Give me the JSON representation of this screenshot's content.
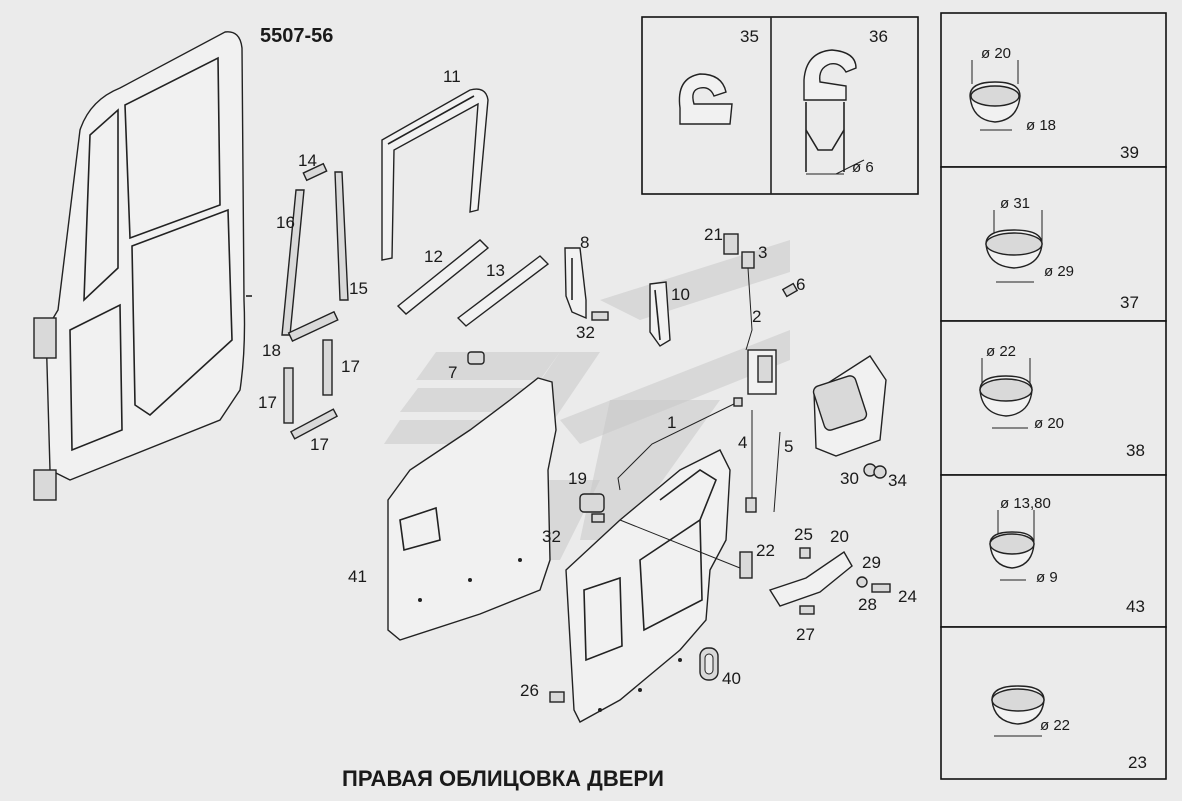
{
  "diagram_code": "5507-56",
  "title": "ПРАВАЯ ОБЛИЦОВКА ДВЕРИ",
  "callouts": {
    "c1": "1",
    "c2": "2",
    "c3": "3",
    "c4": "4",
    "c5": "5",
    "c6": "6",
    "c7": "7",
    "c8": "8",
    "c10": "10",
    "c11": "11",
    "c12": "12",
    "c13": "13",
    "c14": "14",
    "c15": "15",
    "c16": "16",
    "c17a": "17",
    "c17b": "17",
    "c17c": "17",
    "c18": "18",
    "c19": "19",
    "c20": "20",
    "c21": "21",
    "c22": "22",
    "c24": "24",
    "c25": "25",
    "c26": "26",
    "c27": "27",
    "c28": "28",
    "c29": "29",
    "c30": "30",
    "c32a": "32",
    "c32b": "32",
    "c34": "34",
    "c40": "40",
    "c41": "41"
  },
  "inset_top": {
    "left_label": "35",
    "right_label": "36",
    "dim": "ø 6"
  },
  "side_panels": [
    {
      "number": "39",
      "dim_top": "ø 20",
      "dim_bottom": "ø 18"
    },
    {
      "number": "37",
      "dim_top": "ø 31",
      "dim_bottom": "ø 29"
    },
    {
      "number": "38",
      "dim_top": "ø 22",
      "dim_bottom": "ø 20"
    },
    {
      "number": "43",
      "dim_top": "ø 13,80",
      "dim_bottom": "ø 9"
    },
    {
      "number": "23",
      "dim_bottom": "ø 22"
    }
  ]
}
